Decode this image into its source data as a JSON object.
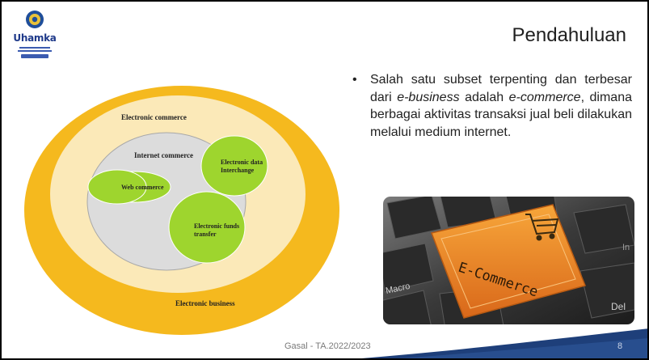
{
  "header": {
    "logo_text": "Uhamka",
    "title": "Pendahuluan"
  },
  "bullet": {
    "t1": "Salah satu subset terpenting dan terbesar dari ",
    "em1": "e-business",
    "t2": " adalah ",
    "em2": "e-commerce",
    "t3": ", dimana berbagai aktivitas transaksi jual beli dilakukan melalui medium internet."
  },
  "diagram": {
    "outer_label": "Electronic commerce",
    "business_label": "Electronic business",
    "internet_label": "Internet commerce",
    "web_label": "Web commerce",
    "edi_label_1": "Electronic data",
    "edi_label_2": "Interchange",
    "eft_label_1": "Electronic funds",
    "eft_label_2": "transfer"
  },
  "image": {
    "key_label": "E-Commerce",
    "side_label_1": "Macro",
    "side_label_2": "Del",
    "side_label_3": "In"
  },
  "footer": {
    "text": "Gasal - TA.2022/2023",
    "page": "8"
  },
  "colors": {
    "outer_ring": "#F5B91E",
    "mid_ring": "#FBE9B8",
    "inner_fill": "#DCDCDC",
    "green": "#9ED52E",
    "footer_blue": "#1E3F7A"
  }
}
